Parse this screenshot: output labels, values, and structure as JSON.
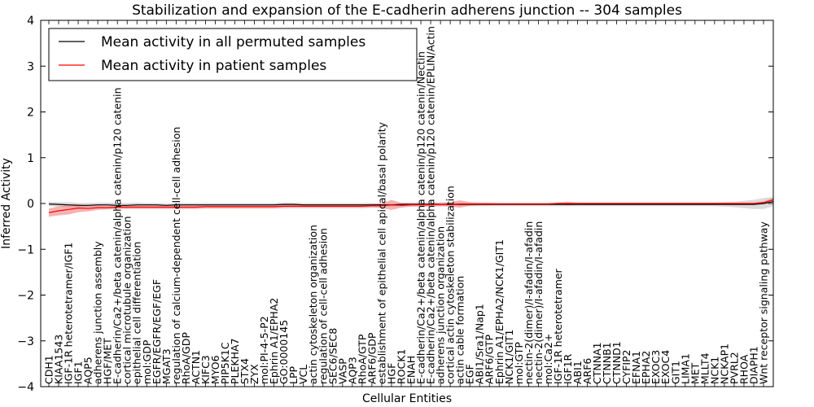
{
  "chart_data": {
    "type": "line",
    "title": "Stabilization and expansion of the E-cadherin adherens junction -- 304 samples",
    "xlabel": "Cellular Entities",
    "ylabel": "Inferred Activity",
    "ylim": [
      -4,
      4
    ],
    "yticks": [
      "−4",
      "−3",
      "−2",
      "−1",
      "0",
      "1",
      "2",
      "3",
      "4"
    ],
    "grid": false,
    "legend_position": "top-left",
    "categories": [
      "CDH1",
      "KIAA1543",
      "IGF-1R heterotetramer/IGF1",
      "IGF1",
      "AQP5",
      "adherens junction assembly",
      "HGF/MET",
      "E-cadherin/Ca2+/beta catenin/alpha catenin/p120 catenin",
      "cortical microtubule organization",
      "epithelial cell differentiation",
      "mol:GDP",
      "EGFR/EGFR/EGF/EGF",
      "MGAT3",
      "regulation of calcium-dependent cell-cell adhesion",
      "RhoA/GDP",
      "ACTN1",
      "KIFC3",
      "MYO6",
      "PIP5K1C",
      "PLEKHA7",
      "STX4",
      "ZYX",
      "mol:PI-4-5-P2",
      "Ephrin A1/EPHA2",
      "GO:0000145",
      "LPP",
      "VCL",
      "actin cytoskeleton organization",
      "regulation of cell-cell adhesion",
      "SEC6/SEC8",
      "VASP",
      "AQP3",
      "RhoA/GTP",
      "ARF6/GDP",
      "establishment of epithelial cell apical/basal polarity",
      "HGF",
      "ROCK1",
      "ENAH",
      "E-cadherin/Ca2+/beta catenin/alpha catenin/p120 catenin/Nectin",
      "E-cadherin/Ca2+/beta catenin/alpha catenin/p120 catenin/EPLIN/Actin",
      "adherens junction organization",
      "cortical actin cytoskeleton stabilization",
      "actin cable formation",
      "EGF",
      "ABI1/Sra1/Nap1",
      "ARF6/GTP",
      "Ephrin A1/EPHA2/NCK1/GIT1",
      "NCK1/GIT1",
      "mol:GTP",
      "nectin-2(dimer)/I-afadin/I-afadin",
      "nectin-2(dimer)/I-afadin/I-afadin",
      "mol:Ca2+",
      "IGF-1R heterotetramer",
      "IGF1R",
      "ABI1",
      "ARF6",
      "CTNNA1",
      "CTNNB1",
      "CTNND1",
      "CYFIP2",
      "EFNA1",
      "EPHA2",
      "EXOC3",
      "EXOC4",
      "GIT1",
      "LIMA1",
      "MET",
      "MLLT4",
      "NCK1",
      "NCKAP1",
      "PVRL2",
      "RHOA",
      "DIAPH1",
      "Wnt receptor signaling pathway"
    ],
    "series": [
      {
        "name": "Mean activity in all permuted samples",
        "color": "#000000",
        "band_color": "#b0b0b0",
        "values": [
          -0.01,
          -0.02,
          -0.03,
          -0.04,
          -0.04,
          -0.03,
          -0.03,
          -0.04,
          -0.04,
          -0.03,
          -0.03,
          -0.03,
          -0.04,
          -0.03,
          -0.03,
          -0.03,
          -0.03,
          -0.03,
          -0.03,
          -0.03,
          -0.03,
          -0.03,
          -0.03,
          -0.03,
          -0.02,
          -0.02,
          -0.03,
          -0.03,
          -0.03,
          -0.03,
          -0.03,
          -0.03,
          -0.03,
          -0.03,
          -0.03,
          -0.03,
          -0.02,
          -0.02,
          -0.02,
          -0.02,
          -0.02,
          -0.02,
          -0.02,
          -0.02,
          -0.02,
          -0.02,
          -0.02,
          -0.02,
          -0.02,
          -0.02,
          -0.02,
          -0.02,
          -0.02,
          -0.02,
          -0.02,
          -0.02,
          -0.02,
          -0.02,
          -0.02,
          -0.02,
          -0.02,
          -0.02,
          -0.02,
          -0.02,
          -0.02,
          -0.02,
          -0.02,
          -0.02,
          -0.02,
          -0.02,
          -0.02,
          -0.02,
          -0.02,
          0.0,
          0.04
        ],
        "band": [
          0.05,
          0.05,
          0.06,
          0.05,
          0.05,
          0.05,
          0.05,
          0.05,
          0.05,
          0.05,
          0.04,
          0.04,
          0.04,
          0.04,
          0.04,
          0.04,
          0.04,
          0.04,
          0.04,
          0.04,
          0.04,
          0.04,
          0.04,
          0.04,
          0.04,
          0.04,
          0.04,
          0.04,
          0.04,
          0.04,
          0.04,
          0.04,
          0.04,
          0.04,
          0.04,
          0.04,
          0.04,
          0.04,
          0.04,
          0.04,
          0.04,
          0.04,
          0.04,
          0.04,
          0.04,
          0.04,
          0.04,
          0.04,
          0.04,
          0.04,
          0.04,
          0.04,
          0.04,
          0.04,
          0.04,
          0.04,
          0.04,
          0.04,
          0.04,
          0.04,
          0.04,
          0.04,
          0.04,
          0.04,
          0.04,
          0.04,
          0.04,
          0.04,
          0.04,
          0.05,
          0.06,
          0.08,
          0.1,
          0.12,
          0.1
        ]
      },
      {
        "name": "Mean activity in patient samples",
        "color": "#ff0000",
        "band_color": "#f08080",
        "values": [
          -0.2,
          -0.16,
          -0.13,
          -0.1,
          -0.11,
          -0.09,
          -0.09,
          -0.08,
          -0.08,
          -0.08,
          -0.08,
          -0.08,
          -0.08,
          -0.08,
          -0.08,
          -0.08,
          -0.07,
          -0.07,
          -0.07,
          -0.07,
          -0.07,
          -0.07,
          -0.07,
          -0.07,
          -0.06,
          -0.06,
          -0.06,
          -0.06,
          -0.06,
          -0.06,
          -0.06,
          -0.06,
          -0.06,
          -0.05,
          -0.05,
          -0.03,
          -0.04,
          -0.03,
          -0.03,
          -0.03,
          -0.02,
          -0.02,
          -0.01,
          -0.01,
          -0.01,
          -0.01,
          -0.01,
          -0.01,
          -0.01,
          -0.01,
          -0.01,
          -0.01,
          0.0,
          0.0,
          0.0,
          0.0,
          0.0,
          0.0,
          0.0,
          0.0,
          0.0,
          0.0,
          0.0,
          0.0,
          0.0,
          0.0,
          0.0,
          0.0,
          0.0,
          0.0,
          0.0,
          0.0,
          0.0,
          0.02,
          0.08
        ],
        "band": [
          0.09,
          0.1,
          0.11,
          0.09,
          0.06,
          0.05,
          0.04,
          0.04,
          0.04,
          0.04,
          0.04,
          0.04,
          0.04,
          0.04,
          0.04,
          0.04,
          0.04,
          0.04,
          0.04,
          0.04,
          0.04,
          0.04,
          0.04,
          0.04,
          0.04,
          0.04,
          0.04,
          0.04,
          0.04,
          0.04,
          0.04,
          0.04,
          0.04,
          0.04,
          0.05,
          0.11,
          0.05,
          0.04,
          0.04,
          0.04,
          0.04,
          0.05,
          0.08,
          0.04,
          0.03,
          0.03,
          0.02,
          0.02,
          0.02,
          0.02,
          0.02,
          0.02,
          0.02,
          0.04,
          0.02,
          0.02,
          0.02,
          0.02,
          0.02,
          0.02,
          0.02,
          0.02,
          0.02,
          0.02,
          0.02,
          0.02,
          0.02,
          0.02,
          0.02,
          0.02,
          0.02,
          0.02,
          0.02,
          0.03,
          0.05
        ]
      }
    ]
  }
}
